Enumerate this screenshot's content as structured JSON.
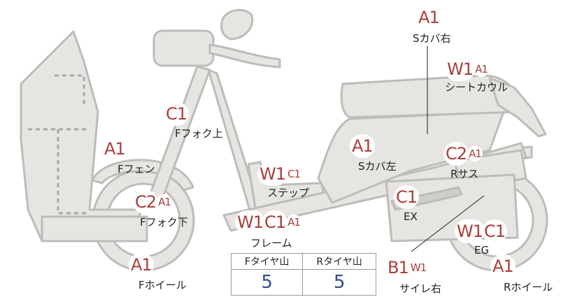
{
  "colors": {
    "grade": "#a8403a",
    "body_fill": "#e6e5e2",
    "body_stroke": "#bdbcb8",
    "tread_value": "#2e4a8c"
  },
  "parts": [
    {
      "id": "s-cover-right",
      "name": "Sカバ右",
      "grades": [
        "A1"
      ]
    },
    {
      "id": "seat-cowl",
      "name": "シートカウル",
      "grades": [
        "W1",
        "A1"
      ]
    },
    {
      "id": "f-fork-upper",
      "name": "Fフォク上",
      "grades": [
        "C1"
      ]
    },
    {
      "id": "f-fender",
      "name": "Fフェン",
      "grades": [
        "A1"
      ]
    },
    {
      "id": "s-cover-left",
      "name": "Sカバ左",
      "grades": [
        "A1"
      ]
    },
    {
      "id": "r-suspension",
      "name": "Rサス",
      "grades": [
        "C2",
        "A1"
      ]
    },
    {
      "id": "step",
      "name": "ステップ",
      "grades": [
        "W1",
        "C1"
      ]
    },
    {
      "id": "f-fork-lower",
      "name": "Fフォク下",
      "grades": [
        "C2",
        "A1"
      ]
    },
    {
      "id": "exhaust",
      "name": "EX",
      "grades": [
        "C1"
      ]
    },
    {
      "id": "frame",
      "name": "フレーム",
      "grades": [
        "W1",
        "C1",
        "A1"
      ]
    },
    {
      "id": "engine",
      "name": "EG",
      "grades": [
        "W1",
        "C1"
      ]
    },
    {
      "id": "f-wheel",
      "name": "Fホイール",
      "grades": [
        "A1"
      ]
    },
    {
      "id": "muffler-right",
      "name": "サイレ右",
      "grades": [
        "B1",
        "W1"
      ]
    },
    {
      "id": "r-wheel",
      "name": "Rホイール",
      "grades": [
        "A1"
      ]
    }
  ],
  "tread": {
    "front_label": "Fタイヤ山",
    "rear_label": "Rタイヤ山",
    "front_value": "5",
    "rear_value": "5"
  }
}
